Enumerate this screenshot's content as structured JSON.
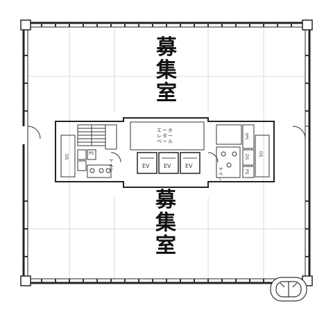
{
  "vacancy_upper": [
    "募",
    "集",
    "室"
  ],
  "vacancy_lower": [
    "募",
    "集",
    "室"
  ],
  "elevator_hall": [
    "エ",
    "レ",
    "ベ",
    "ー",
    "タ",
    "ー",
    "ホ",
    "ー",
    "ル"
  ],
  "elevators": [
    "EV",
    "EV",
    "EV"
  ],
  "labels": {
    "toilet_left": "トイレ",
    "toilet_right": "トイレ",
    "ds_left": "DS",
    "ps_left": "PS",
    "eps": "EPS",
    "ds_right": "DS",
    "ps_right": "PS",
    "ds_right2": "DS"
  },
  "colors": {
    "line": "#555555",
    "wall": "#222222",
    "text": "#111111"
  }
}
